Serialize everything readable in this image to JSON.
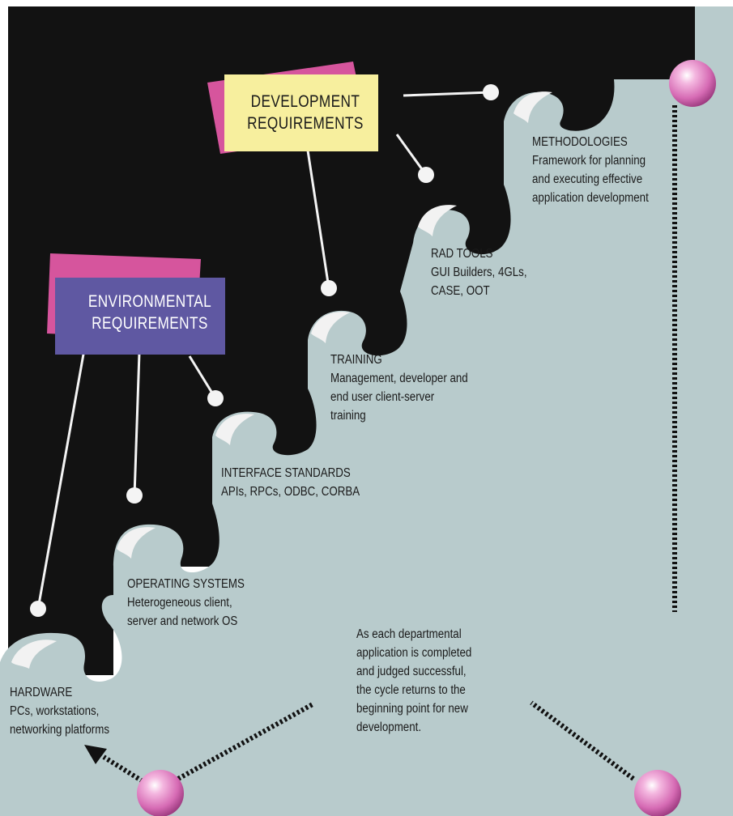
{
  "cards": {
    "environmental": {
      "line1": "ENVIRONMENTAL",
      "line2": "REQUIREMENTS"
    },
    "development": {
      "line1": "DEVELOPMENT",
      "line2": "REQUIREMENTS"
    }
  },
  "steps": [
    {
      "title": "Hardware",
      "lines": [
        "PCs, workstations,",
        "networking platforms"
      ]
    },
    {
      "title": "Operating Systems",
      "lines": [
        "Heterogeneous client,",
        "server and network OS"
      ]
    },
    {
      "title": "Interface Standards",
      "lines": [
        "APIs, RPCs, ODBC, CORBA"
      ]
    },
    {
      "title": "Training",
      "lines": [
        "Management, developer and",
        "end user client-server",
        "training"
      ]
    },
    {
      "title": "RAD Tools",
      "lines": [
        "GUI Builders, 4GLs,",
        "CASE, OOT"
      ]
    },
    {
      "title": "Methodologies",
      "lines": [
        "Framework for planning",
        "and executing effective",
        "application development"
      ]
    }
  ],
  "cycle_note": [
    "As each departmental",
    "application is completed",
    "and judged successful,",
    "the cycle returns to the",
    "beginning point for new",
    "development."
  ],
  "colors": {
    "background_dark": "#121212",
    "staircase_fill": "#b8cbcc",
    "environmental_card": "#5f58a2",
    "development_card": "#f7ef9e",
    "card_shadow": "#d6559d",
    "sphere": "#e584c3",
    "connector": "#f4f4f4",
    "cycle_arrow": "#111111"
  }
}
